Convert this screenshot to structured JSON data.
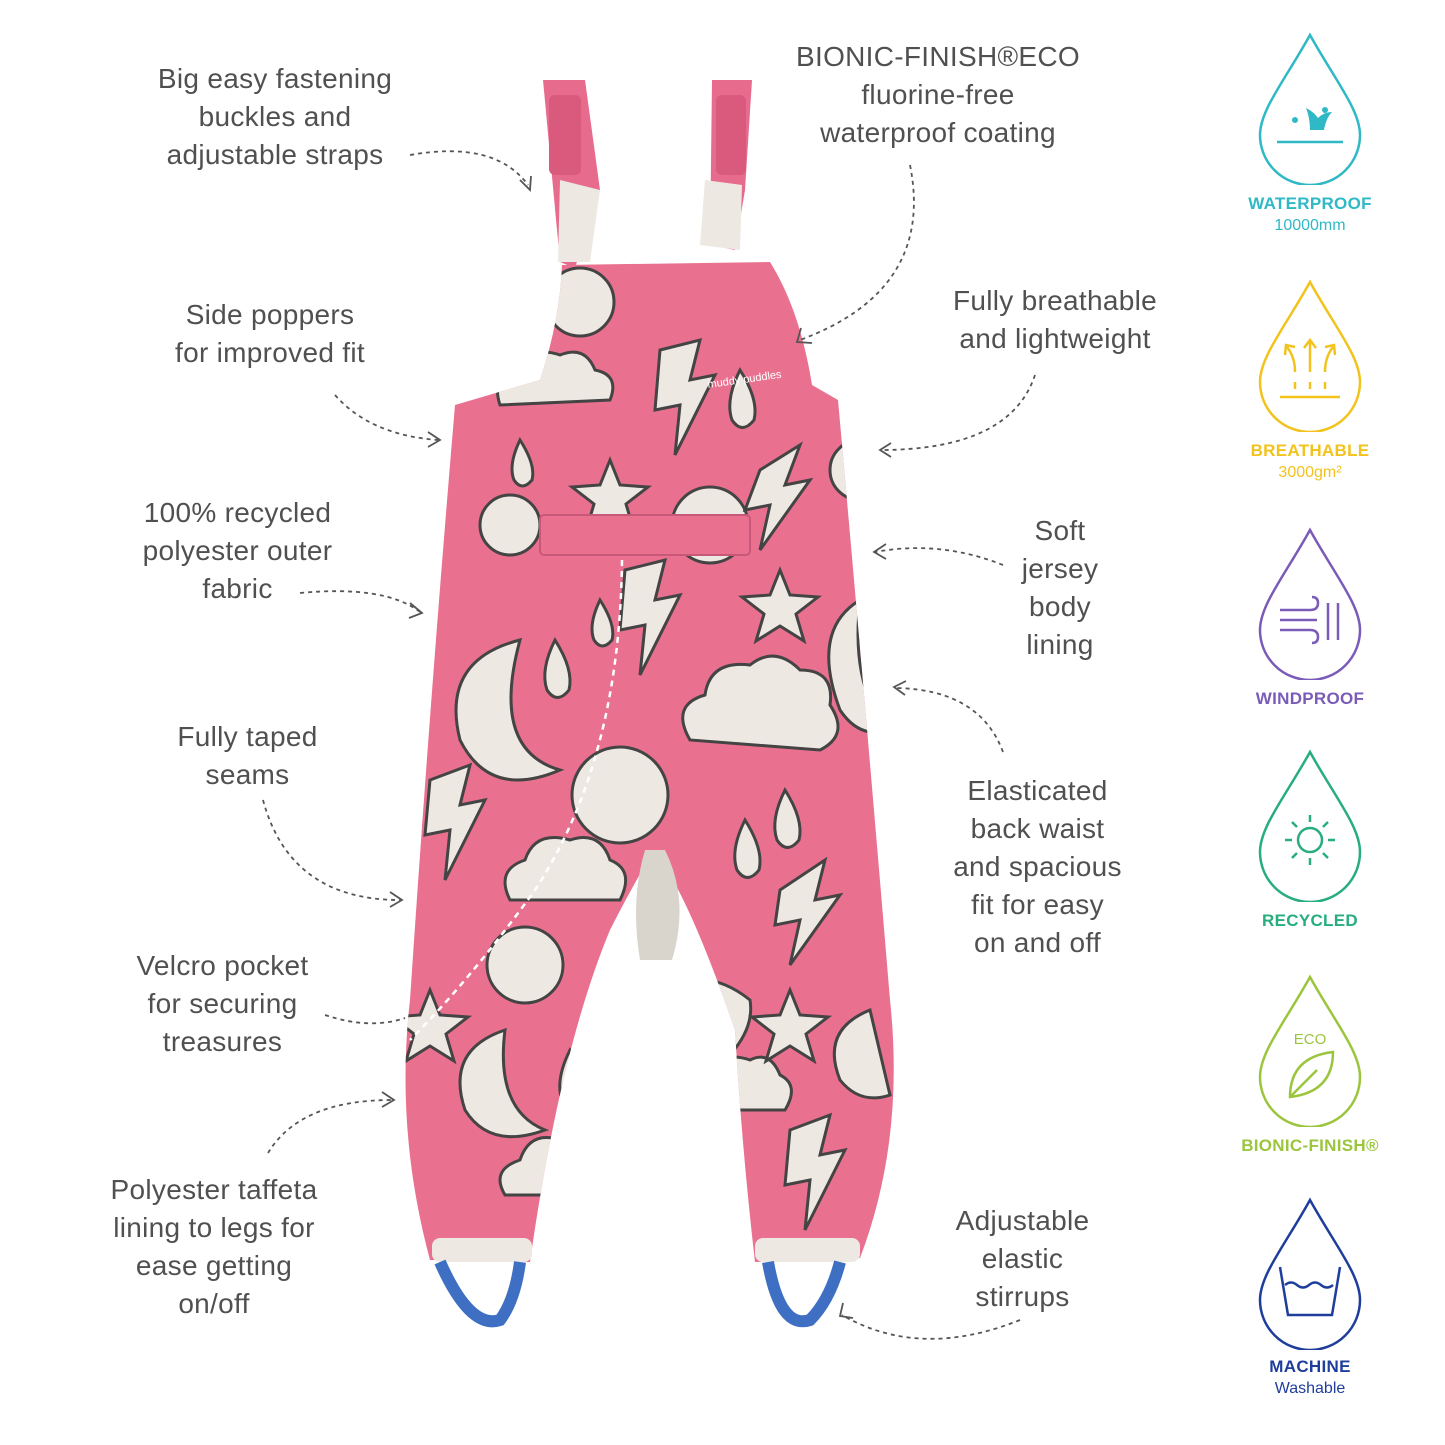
{
  "callouts": {
    "buckles": "Big easy fastening\nbuckles and\nadjustable straps",
    "side_poppers": "Side poppers\nfor improved fit",
    "recycled_fabric": "100% recycled\npolyester outer\nfabric",
    "taped_seams": "Fully taped\nseams",
    "velcro_pocket": "Velcro pocket\nfor securing\ntreasures",
    "taffeta_lining": "Polyester taffeta\nlining to legs for\nease getting\non/off",
    "bionic_finish": "BIONIC-FINISH®ECO\nfluorine-free\nwaterproof coating",
    "breathable": "Fully breathable\nand lightweight",
    "jersey_lining": "Soft\njersey\nbody\nlining",
    "elastic_waist": "Elasticated\nback waist\nand spacious\nfit for easy\non and off",
    "stirrups": "Adjustable\nelastic\nstirrups"
  },
  "product": {
    "brand_logo_text": "muddy puddles",
    "fabric_color": "#E9718F",
    "print_color": "#EDE9E2",
    "stirrup_color": "#3E6FC3",
    "strap_color": "#E76B8C"
  },
  "badges": [
    {
      "icon": "water-splash-icon",
      "title": "WATERPROOF",
      "subtitle": "10000mm",
      "color": "#2FB8C6"
    },
    {
      "icon": "breathable-arrows-icon",
      "title": "BREATHABLE",
      "subtitle": "3000gm²",
      "color": "#F2C31C"
    },
    {
      "icon": "wind-icon",
      "title": "WINDPROOF",
      "subtitle": "",
      "color": "#7A5CB8"
    },
    {
      "icon": "sun-recycle-icon",
      "title": "RECYCLED",
      "subtitle": "",
      "color": "#27AD7E"
    },
    {
      "icon": "leaf-icon",
      "title": "BIONIC-FINISH®",
      "subtitle": "",
      "color": "#9BC53D",
      "inner_label": "ECO"
    },
    {
      "icon": "wash-basin-icon",
      "title": "MACHINE",
      "subtitle": "Washable",
      "color": "#1F3E9C"
    }
  ]
}
